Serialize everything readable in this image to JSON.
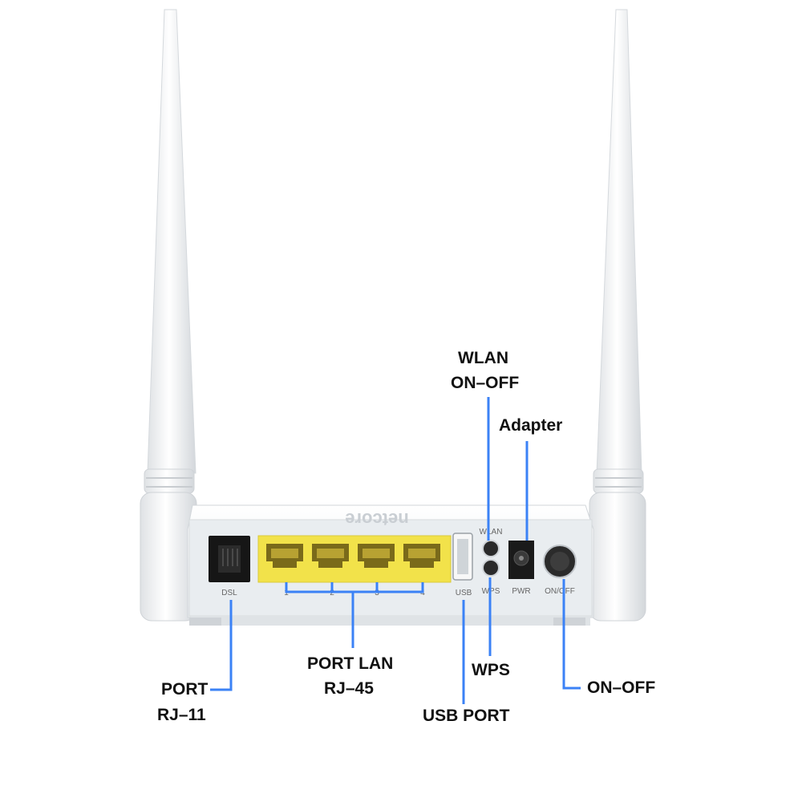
{
  "device": {
    "brand_mirrored": "netcore",
    "port_labels": {
      "dsl": "DSL",
      "lan_1": "1",
      "lan_2": "2",
      "lan_3": "3",
      "lan_4": "4",
      "usb": "USB",
      "wlan": "WLAN",
      "wps": "WPS",
      "pwr": "PWR",
      "onoff": "ON/OFF"
    }
  },
  "callouts": {
    "wlan_line1": "WLAN",
    "wlan_line2": "ON–OFF",
    "adapter": "Adapter",
    "port_rj11_line1": "PORT",
    "port_rj11_line2": "RJ–11",
    "port_lan_line1": "PORT LAN",
    "port_lan_line2": "RJ–45",
    "wps": "WPS",
    "usb_port": "USB PORT",
    "on_off": "ON–OFF"
  },
  "colors": {
    "leader_line": "#3b82f6",
    "lan_port": "#f2e24a",
    "router_body": "#f5f6f7",
    "back_panel": "#e8ecef",
    "label_text": "#111111"
  }
}
